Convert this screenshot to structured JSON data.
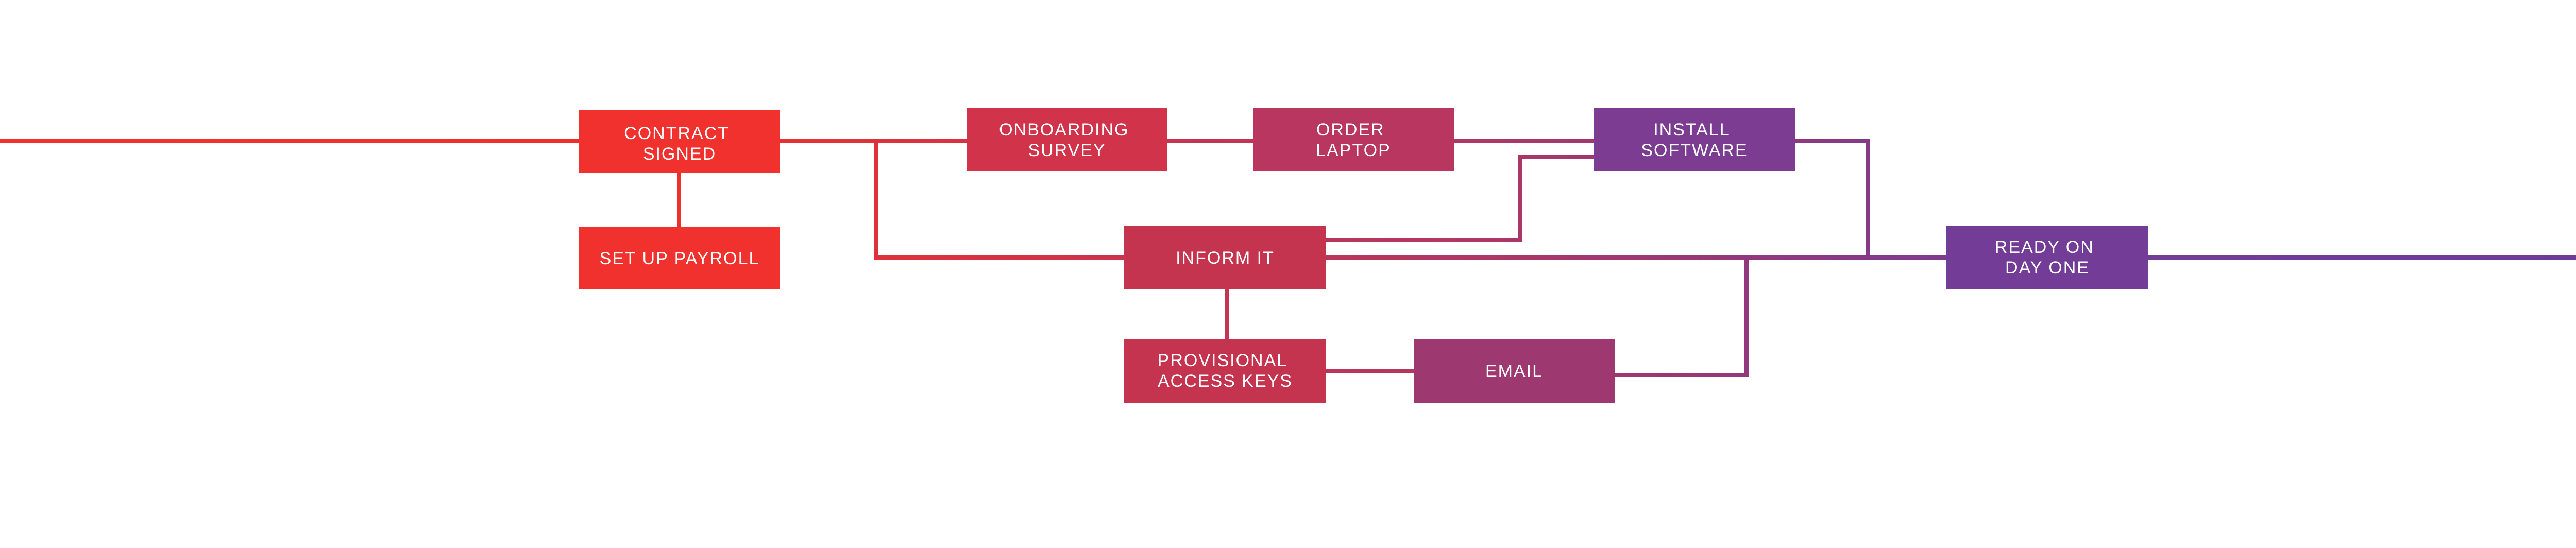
{
  "colors": {
    "start_red": "#f0312d",
    "mid_crimson": "#cc344b",
    "rose": "#b23763",
    "magenta_purple": "#93387b",
    "end_purple": "#733d97"
  },
  "nodes": {
    "contract_signed": {
      "lines": [
        "CONTRACT",
        "SIGNED"
      ]
    },
    "set_up_payroll": {
      "lines": [
        "SET UP PAYROLL"
      ]
    },
    "onboarding_survey": {
      "lines": [
        "ONBOARDING",
        "SURVEY"
      ]
    },
    "order_laptop": {
      "lines": [
        "ORDER",
        "LAPTOP"
      ]
    },
    "install_software": {
      "lines": [
        "INSTALL",
        "SOFTWARE"
      ]
    },
    "inform_it": {
      "lines": [
        "INFORM IT"
      ]
    },
    "provisional_access_keys": {
      "lines": [
        "PROVISIONAL",
        "ACCESS KEYS"
      ]
    },
    "email": {
      "lines": [
        "EMAIL"
      ]
    },
    "ready_on_day_one": {
      "lines": [
        "READY ON",
        "DAY ONE"
      ]
    }
  }
}
